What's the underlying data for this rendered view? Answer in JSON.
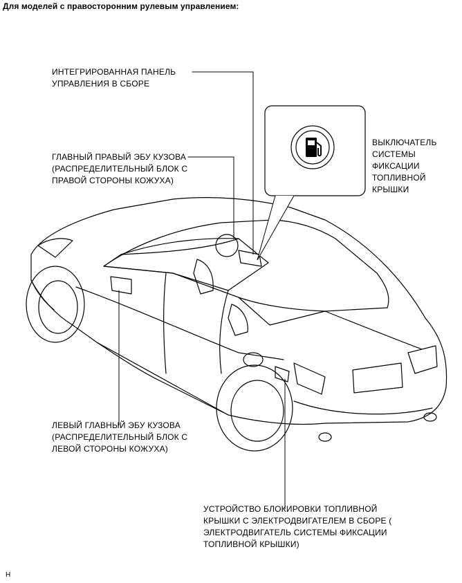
{
  "heading": "Для моделей с правосторонним рулевым управлением:",
  "labels": {
    "integrated_panel": [
      "ИНТЕГРИРОВАННАЯ ПАНЕЛЬ",
      "УПРАВЛЕНИЯ В СБОРЕ"
    ],
    "main_right_ecu": [
      "ГЛАВНЫЙ ПРАВЫЙ ЭБУ КУЗОВА",
      "(РАСПРЕДЕЛИТЕЛЬНЫЙ БЛОК С",
      "ПРАВОЙ СТОРОНЫ КОЖУХА)"
    ],
    "fuel_lid_switch": [
      "ВЫКЛЮЧАТЕЛЬ",
      "СИСТЕМЫ",
      "ФИКСАЦИИ",
      "ТОПЛИВНОЙ",
      "КРЫШКИ"
    ],
    "main_left_ecu": [
      "ЛЕВЫЙ ГЛАВНЫЙ ЭБУ КУЗОВА",
      "(РАСПРЕДЕЛИТЕЛЬНЫЙ БЛОК С",
      "ЛЕВОЙ СТОРОНЫ КОЖУХА)"
    ],
    "fuel_lid_motor": [
      "УСТРОЙСТВО БЛОКИРОВКИ ТОПЛИВНОЙ",
      "КРЫШКИ С ЭЛЕКТРОДВИГАТЕЛЕМ В СБОРЕ (",
      "ЭЛЕКТРОДВИГАТЕЛЬ СИСТЕМЫ ФИКСАЦИИ",
      "ТОПЛИВНОЙ КРЫШКИ)"
    ]
  },
  "footer_mark": "H"
}
